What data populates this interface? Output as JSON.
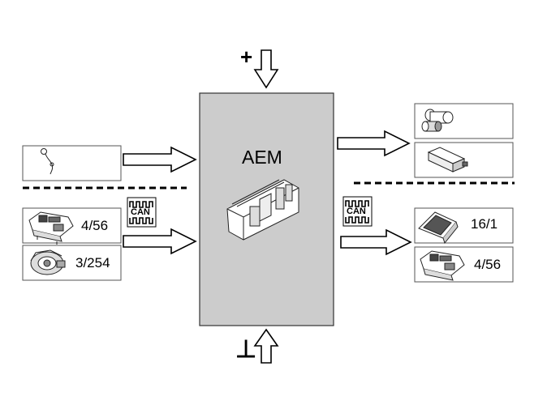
{
  "center": {
    "label": "AEM",
    "fill": "#cccccc"
  },
  "power": {
    "plus_symbol": "+",
    "ground_symbol": "⊥"
  },
  "can": {
    "left_icon_text": "CAN",
    "right_icon_text": "CAN"
  },
  "inputs": {
    "sensor": {
      "icon": "temperature-sensor-icon"
    },
    "modules": [
      {
        "icon": "control-module-icon",
        "label": "4/56"
      },
      {
        "icon": "steering-column-module-icon",
        "label": "3/254"
      }
    ]
  },
  "outputs": {
    "actuators": [
      {
        "icon": "valve-actuator-icon"
      },
      {
        "icon": "relay-component-icon"
      }
    ],
    "modules": [
      {
        "icon": "display-unit-icon",
        "label": "16/1"
      },
      {
        "icon": "control-module-icon",
        "label": "4/56"
      }
    ]
  }
}
